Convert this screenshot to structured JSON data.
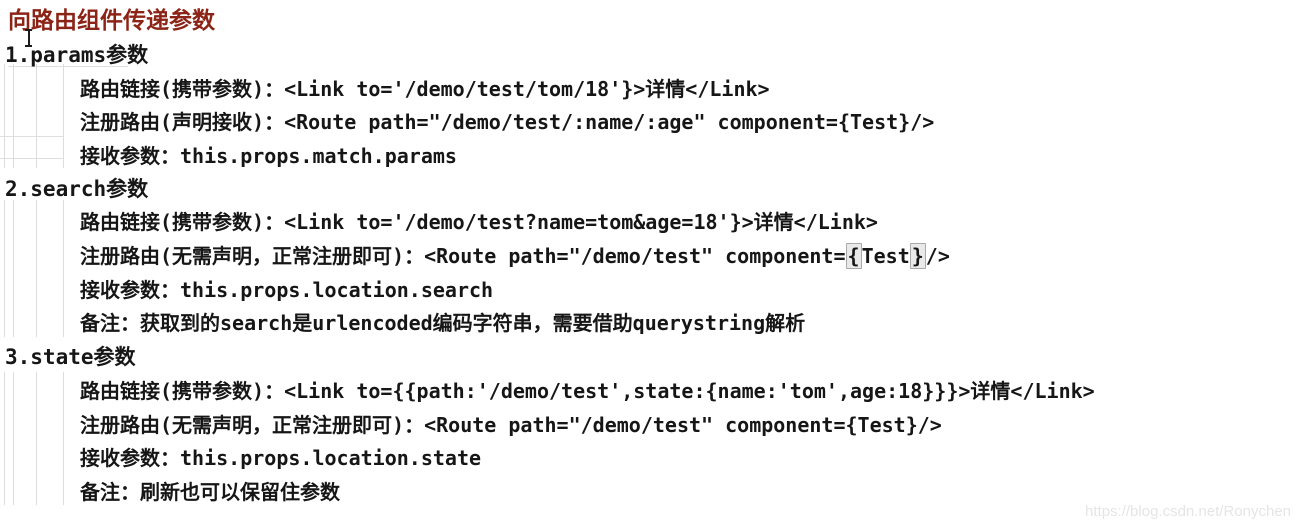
{
  "doc": {
    "title": "向路由组件传递参数",
    "watermark": "https://blog.csdn.net/Ronychen"
  },
  "colors": {
    "title": "#8b2417",
    "text": "#161616",
    "brace_highlight_bg": "#e9e9e9",
    "brace_highlight_border": "#a9a9a9",
    "guide": "#dcdcdc",
    "watermark": "#e5e5e5"
  },
  "sections": [
    {
      "heading": "1.params参数",
      "lines": [
        "路由链接(携带参数)：<Link to='/demo/test/tom/18'}>详情</Link>",
        "注册路由(声明接收)：<Route path=\"/demo/test/:name/:age\" component={Test}/>",
        "接收参数：this.props.match.params"
      ]
    },
    {
      "heading": "2.search参数",
      "link_line": "路由链接(携带参数)：<Link to='/demo/test?name=tom&age=18'}>详情</Link>",
      "route_line": {
        "pre": "注册路由(无需声明，正常注册即可)：<Route path=\"/demo/test\" component=",
        "brace_open": "{",
        "name": "Test",
        "brace_close": "}",
        "post": "/>"
      },
      "lines": [
        "接收参数：this.props.location.search",
        "备注：获取到的search是urlencoded编码字符串，需要借助querystring解析"
      ]
    },
    {
      "heading": "3.state参数",
      "lines": [
        "路由链接(携带参数)：<Link to={{path:'/demo/test',state:{name:'tom',age:18}}}>详情</Link>",
        "注册路由(无需声明，正常注册即可)：<Route path=\"/demo/test\" component={Test}/>",
        "接收参数：this.props.location.state",
        "备注：刷新也可以保留住参数"
      ]
    }
  ]
}
